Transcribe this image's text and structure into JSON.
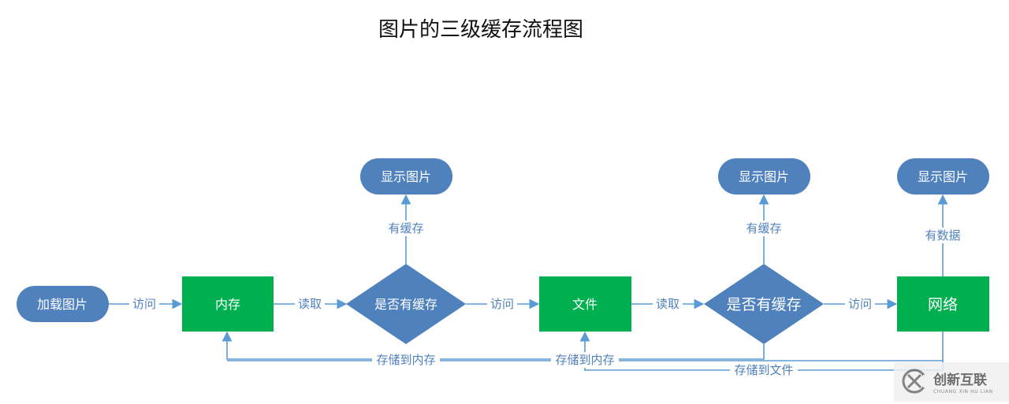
{
  "title": "图片的三级缓存流程图",
  "colors": {
    "terminal_fill": "#4f81bd",
    "process_fill": "#00b050",
    "decision_fill": "#4f81bd",
    "edge": "#5b9bd5",
    "edge_label": "#4f81bd"
  },
  "nodes": {
    "load_image": "加载图片",
    "memory": "内存",
    "decision_1": "是否有缓存",
    "show_image_1": "显示图片",
    "file": "文件",
    "decision_2": "是否有缓存",
    "show_image_2": "显示图片",
    "network": "网络",
    "show_image_3": "显示图片"
  },
  "edges": {
    "access_1": "访问",
    "read_1": "读取",
    "has_cache_1": "有缓存",
    "access_2": "访问",
    "read_2": "读取",
    "has_cache_2": "有缓存",
    "access_3": "访问",
    "has_data": "有数据",
    "store_to_memory_1": "存储到内存",
    "store_to_memory_2": "存储到内存",
    "store_to_file": "存储到文件"
  },
  "watermark": {
    "name": "创新互联",
    "sub": "CHUANG XIN HU LIAN",
    "icon": "chuangxin-logo-icon"
  }
}
